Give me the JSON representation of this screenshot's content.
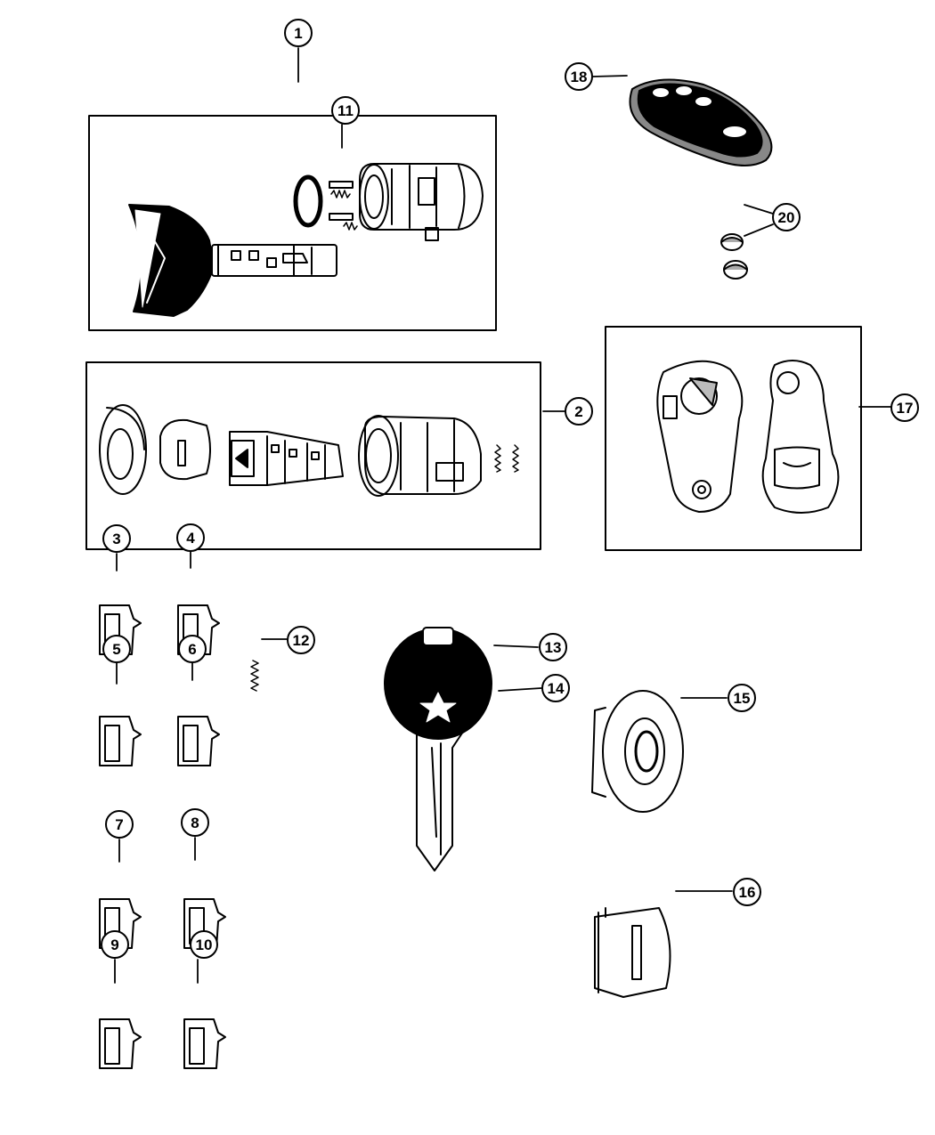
{
  "colors": {
    "ink": "#000000",
    "paper": "#ffffff",
    "shade": "#d9d9d9"
  },
  "callouts": {
    "c1": "1",
    "c2": "2",
    "c3": "3",
    "c4": "4",
    "c5": "5",
    "c6": "6",
    "c7": "7",
    "c8": "8",
    "c9": "9",
    "c10": "10",
    "c11": "11",
    "c12": "12",
    "c13": "13",
    "c14": "14",
    "c15": "15",
    "c16": "16",
    "c17": "17",
    "c18": "18",
    "c20": "20"
  }
}
